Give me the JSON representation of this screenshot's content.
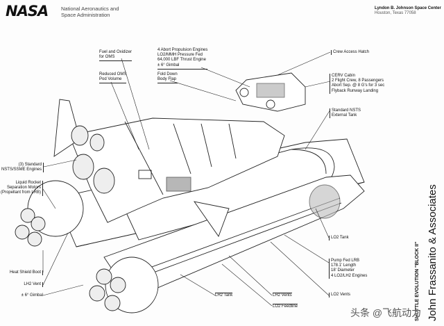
{
  "header": {
    "logo": "NASA",
    "agency_lines": [
      "National Aeronautics and",
      "Space Administration"
    ],
    "center_name": "Lyndon B. Johnson Space Center",
    "center_location": "Houston, Texas 77058"
  },
  "callouts": {
    "fuel_oxidizer": [
      "Fuel and Oxidizer",
      "for OMS"
    ],
    "reduced_oms": [
      "Reduced OMS",
      "Pod Volume"
    ],
    "abort_engines": [
      "4 Abort Propulsion Engines",
      "LO2/MMH Pressure Fed",
      "64,000 LBF Thrust Engine",
      "± 6° Gimbal"
    ],
    "body_flap": [
      "Fold Down",
      "Body Flap"
    ],
    "crew_hatch": [
      "Crew Access Hatch"
    ],
    "cerv_cabin": [
      "CERV Cabin",
      "2 Flight Crew, 8 Passengers",
      "Abort Sep. @ 8 G's for 3 sec",
      "Flyback Runway Landing"
    ],
    "external_tank": [
      "Standard NSTS",
      "External Tank"
    ],
    "ssme": [
      "(3) Standard",
      "NSTS/SSME Engines"
    ],
    "sep_motors": [
      "Liquid Rocket",
      "Separation Motors",
      "(Propellant from LRB)"
    ],
    "heat_shield": [
      "Heat Shield Boot"
    ],
    "lh2_vent": [
      "LH2 Vent"
    ],
    "gimbal": [
      "± 6° Gimbal"
    ],
    "lo2_tank": [
      "LO2 Tank"
    ],
    "lrb": [
      "Pump Fed LRB",
      "178.1' Length",
      "18' Diameter",
      "4 LO2/LH2 Engines"
    ],
    "lh2_tank": [
      "LH2 Tank"
    ],
    "lh2_vents": [
      "LH2 Vents"
    ],
    "lo2_vents": [
      "LO2 Vents"
    ],
    "lo2_feedline": [
      "LO2 Feedline"
    ]
  },
  "side_text": {
    "title": "SHUTTLE EVOLUTION \"BLOCK II\"",
    "artist": "John Frassanito & Associates"
  },
  "watermark": "头条 @飞航动力"
}
